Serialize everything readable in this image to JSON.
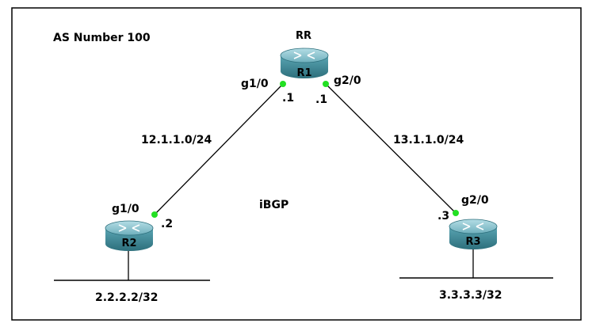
{
  "as_label": "AS Number 100",
  "protocol_label": "iBGP",
  "colors": {
    "router_body": "#3f8a98",
    "router_top": "#8fc4cf",
    "link": "#000000",
    "port": "#22e022",
    "frame": "#000000"
  },
  "routers": {
    "r1": {
      "role": "RR",
      "name": "R1",
      "icon": "router-icon"
    },
    "r2": {
      "name": "R2",
      "icon": "router-icon"
    },
    "r3": {
      "name": "R3",
      "icon": "router-icon"
    }
  },
  "links": {
    "r1_r2": {
      "subnet": "12.1.1.0/24",
      "r1_port": "g1/0",
      "r1_host": ".1",
      "r2_port": "g1/0",
      "r2_host": ".2"
    },
    "r1_r3": {
      "subnet": "13.1.1.0/24",
      "r1_port": "g2/0",
      "r1_host": ".1",
      "r3_port": "g2/0",
      "r3_host": ".3"
    }
  },
  "lans": {
    "r2": {
      "prefix": "2.2.2.2/32"
    },
    "r3": {
      "prefix": "3.3.3.3/32"
    }
  }
}
